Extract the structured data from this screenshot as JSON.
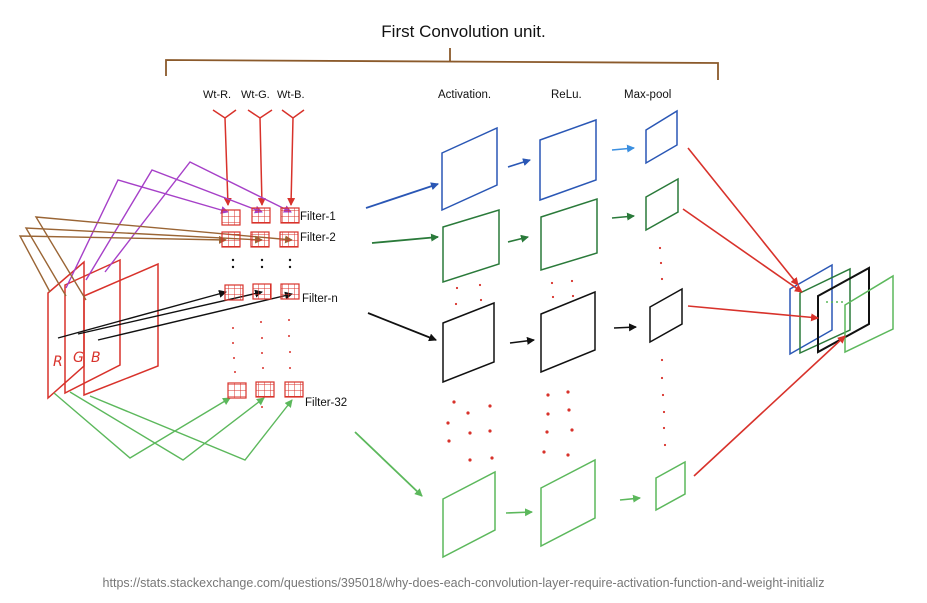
{
  "title": "First Convolution unit.",
  "weight_labels": {
    "r": "Wt-R.",
    "g": "Wt-G.",
    "b": "Wt-B."
  },
  "stage_labels": {
    "activation": "Activation.",
    "relu": "ReLu.",
    "maxpool": "Max-pool"
  },
  "filter_labels": {
    "f1": "Filter-1",
    "f2": "Filter-2",
    "fn": "Filter-n",
    "f32": "Filter-32"
  },
  "channel_labels": {
    "r": "R",
    "g": "G",
    "b": "B"
  },
  "source_url": "https://stats.stackexchange.com/questions/395018/why-does-each-convolution-layer-require-activation-function-and-weight-initializ",
  "colors": {
    "bracket": "#8b5a2b",
    "red": "#d8322b",
    "blue": "#2a57b5",
    "dark_green": "#2a7a3a",
    "light_green": "#5cb85c",
    "purple": "#a640c8",
    "brown": "#9a6535",
    "black": "#111111",
    "source_text": "#777777"
  }
}
